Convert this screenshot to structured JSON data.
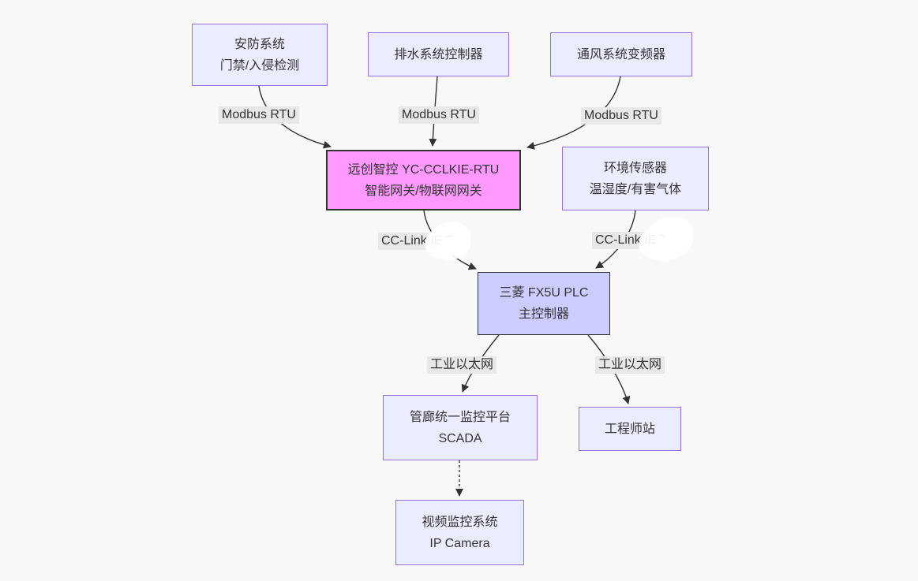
{
  "diagram": {
    "type": "flowchart",
    "colors": {
      "page_bg": "#f8f8f8",
      "node_fill": "#ECECFF",
      "node_border": "#9370DB",
      "gateway_fill": "#ff99ff",
      "plc_fill": "#ccccff",
      "strong_border": "#333333",
      "edge_color": "#333333",
      "label_bg": "#e8e8e8",
      "text_color": "#333333"
    },
    "nodes": {
      "security": {
        "line1": "安防系统",
        "line2": "门禁/入侵检测"
      },
      "drainage": {
        "line1": "排水系统控制器",
        "line2": ""
      },
      "ventilation": {
        "line1": "通风系统变频器",
        "line2": ""
      },
      "gateway": {
        "line1": "远创智控 YC-CCLKIE-RTU",
        "line2": "智能网关/物联网网关"
      },
      "env_sensor": {
        "line1": "环境传感器",
        "line2": "温湿度/有害气体"
      },
      "plc": {
        "line1": "三菱 FX5U PLC",
        "line2": "主控制器"
      },
      "scada": {
        "line1": "管廊统一监控平台",
        "line2": "SCADA"
      },
      "engineer": {
        "line1": "工程师站",
        "line2": ""
      },
      "camera": {
        "line1": "视频监控系统",
        "line2": "IP Camera"
      }
    },
    "edges": [
      {
        "from": "security",
        "to": "gateway",
        "label": "Modbus RTU",
        "style": "solid"
      },
      {
        "from": "drainage",
        "to": "gateway",
        "label": "Modbus RTU",
        "style": "solid"
      },
      {
        "from": "ventilation",
        "to": "gateway",
        "label": "Modbus RTU",
        "style": "solid"
      },
      {
        "from": "gateway",
        "to": "plc",
        "label": "CC-Link IE T",
        "style": "solid",
        "note": "label partially covered by white smudge"
      },
      {
        "from": "env_sensor",
        "to": "plc",
        "label": "CC-Link IE T",
        "style": "solid",
        "note": "label partially covered by white smudge"
      },
      {
        "from": "plc",
        "to": "scada",
        "label": "工业以太网",
        "style": "solid"
      },
      {
        "from": "plc",
        "to": "engineer",
        "label": "工业以太网",
        "style": "solid"
      },
      {
        "from": "scada",
        "to": "camera",
        "label": "",
        "style": "dashed"
      }
    ]
  }
}
